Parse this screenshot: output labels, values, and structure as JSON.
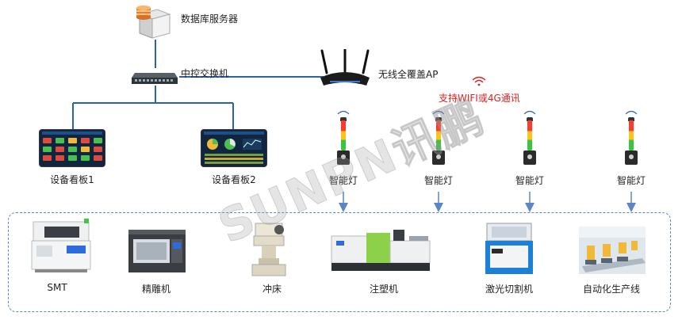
{
  "server_label": "数据库服务器",
  "switch_label": "中控交换机",
  "ap_label": "无线全覆盖AP",
  "wireless_note": "支持WIFI或4G通讯",
  "watermark": "SUNPN讯鹏",
  "boards": [
    {
      "label": "设备看板1"
    },
    {
      "label": "设备看板2"
    }
  ],
  "lights": [
    {
      "label": "智能灯"
    },
    {
      "label": "智能灯"
    },
    {
      "label": "智能灯"
    },
    {
      "label": "智能灯"
    }
  ],
  "machines": [
    {
      "label": "SMT"
    },
    {
      "label": "精雕机"
    },
    {
      "label": "冲床"
    },
    {
      "label": "注塑机"
    },
    {
      "label": "激光切割机"
    },
    {
      "label": "自动化生产线"
    }
  ],
  "colors": {
    "wire": "#2a63ad",
    "note": "#e02020",
    "dash_border": "#5b86c5",
    "arrow": "#5b86c5"
  }
}
